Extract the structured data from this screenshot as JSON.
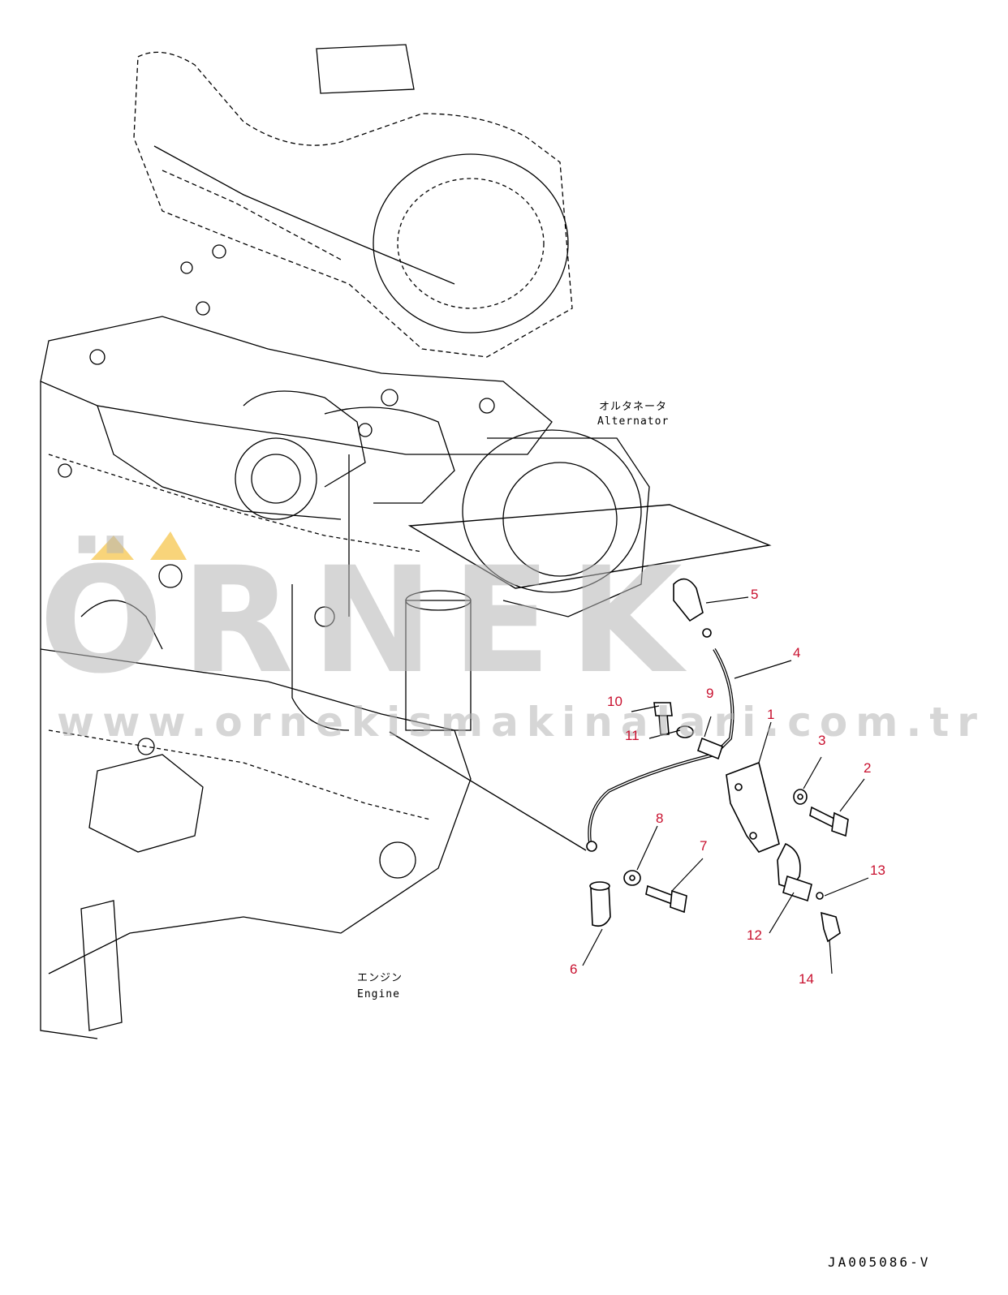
{
  "labels": {
    "alternator_jp": "オルタネータ",
    "alternator_en": "Alternator",
    "engine_jp": "エンジン",
    "engine_en": "Engine"
  },
  "callouts": [
    "1",
    "2",
    "3",
    "4",
    "5",
    "6",
    "7",
    "8",
    "9",
    "10",
    "11",
    "12",
    "13",
    "14"
  ],
  "watermark": {
    "brand": "ÖRNEK",
    "url": "www.ornekismakinalari.com.tr"
  },
  "document_id": "JA005086-V",
  "colors": {
    "callout": "#c8102e",
    "line": "#000000",
    "watermark": "#b4b4b4",
    "accent": "#f5c242"
  }
}
